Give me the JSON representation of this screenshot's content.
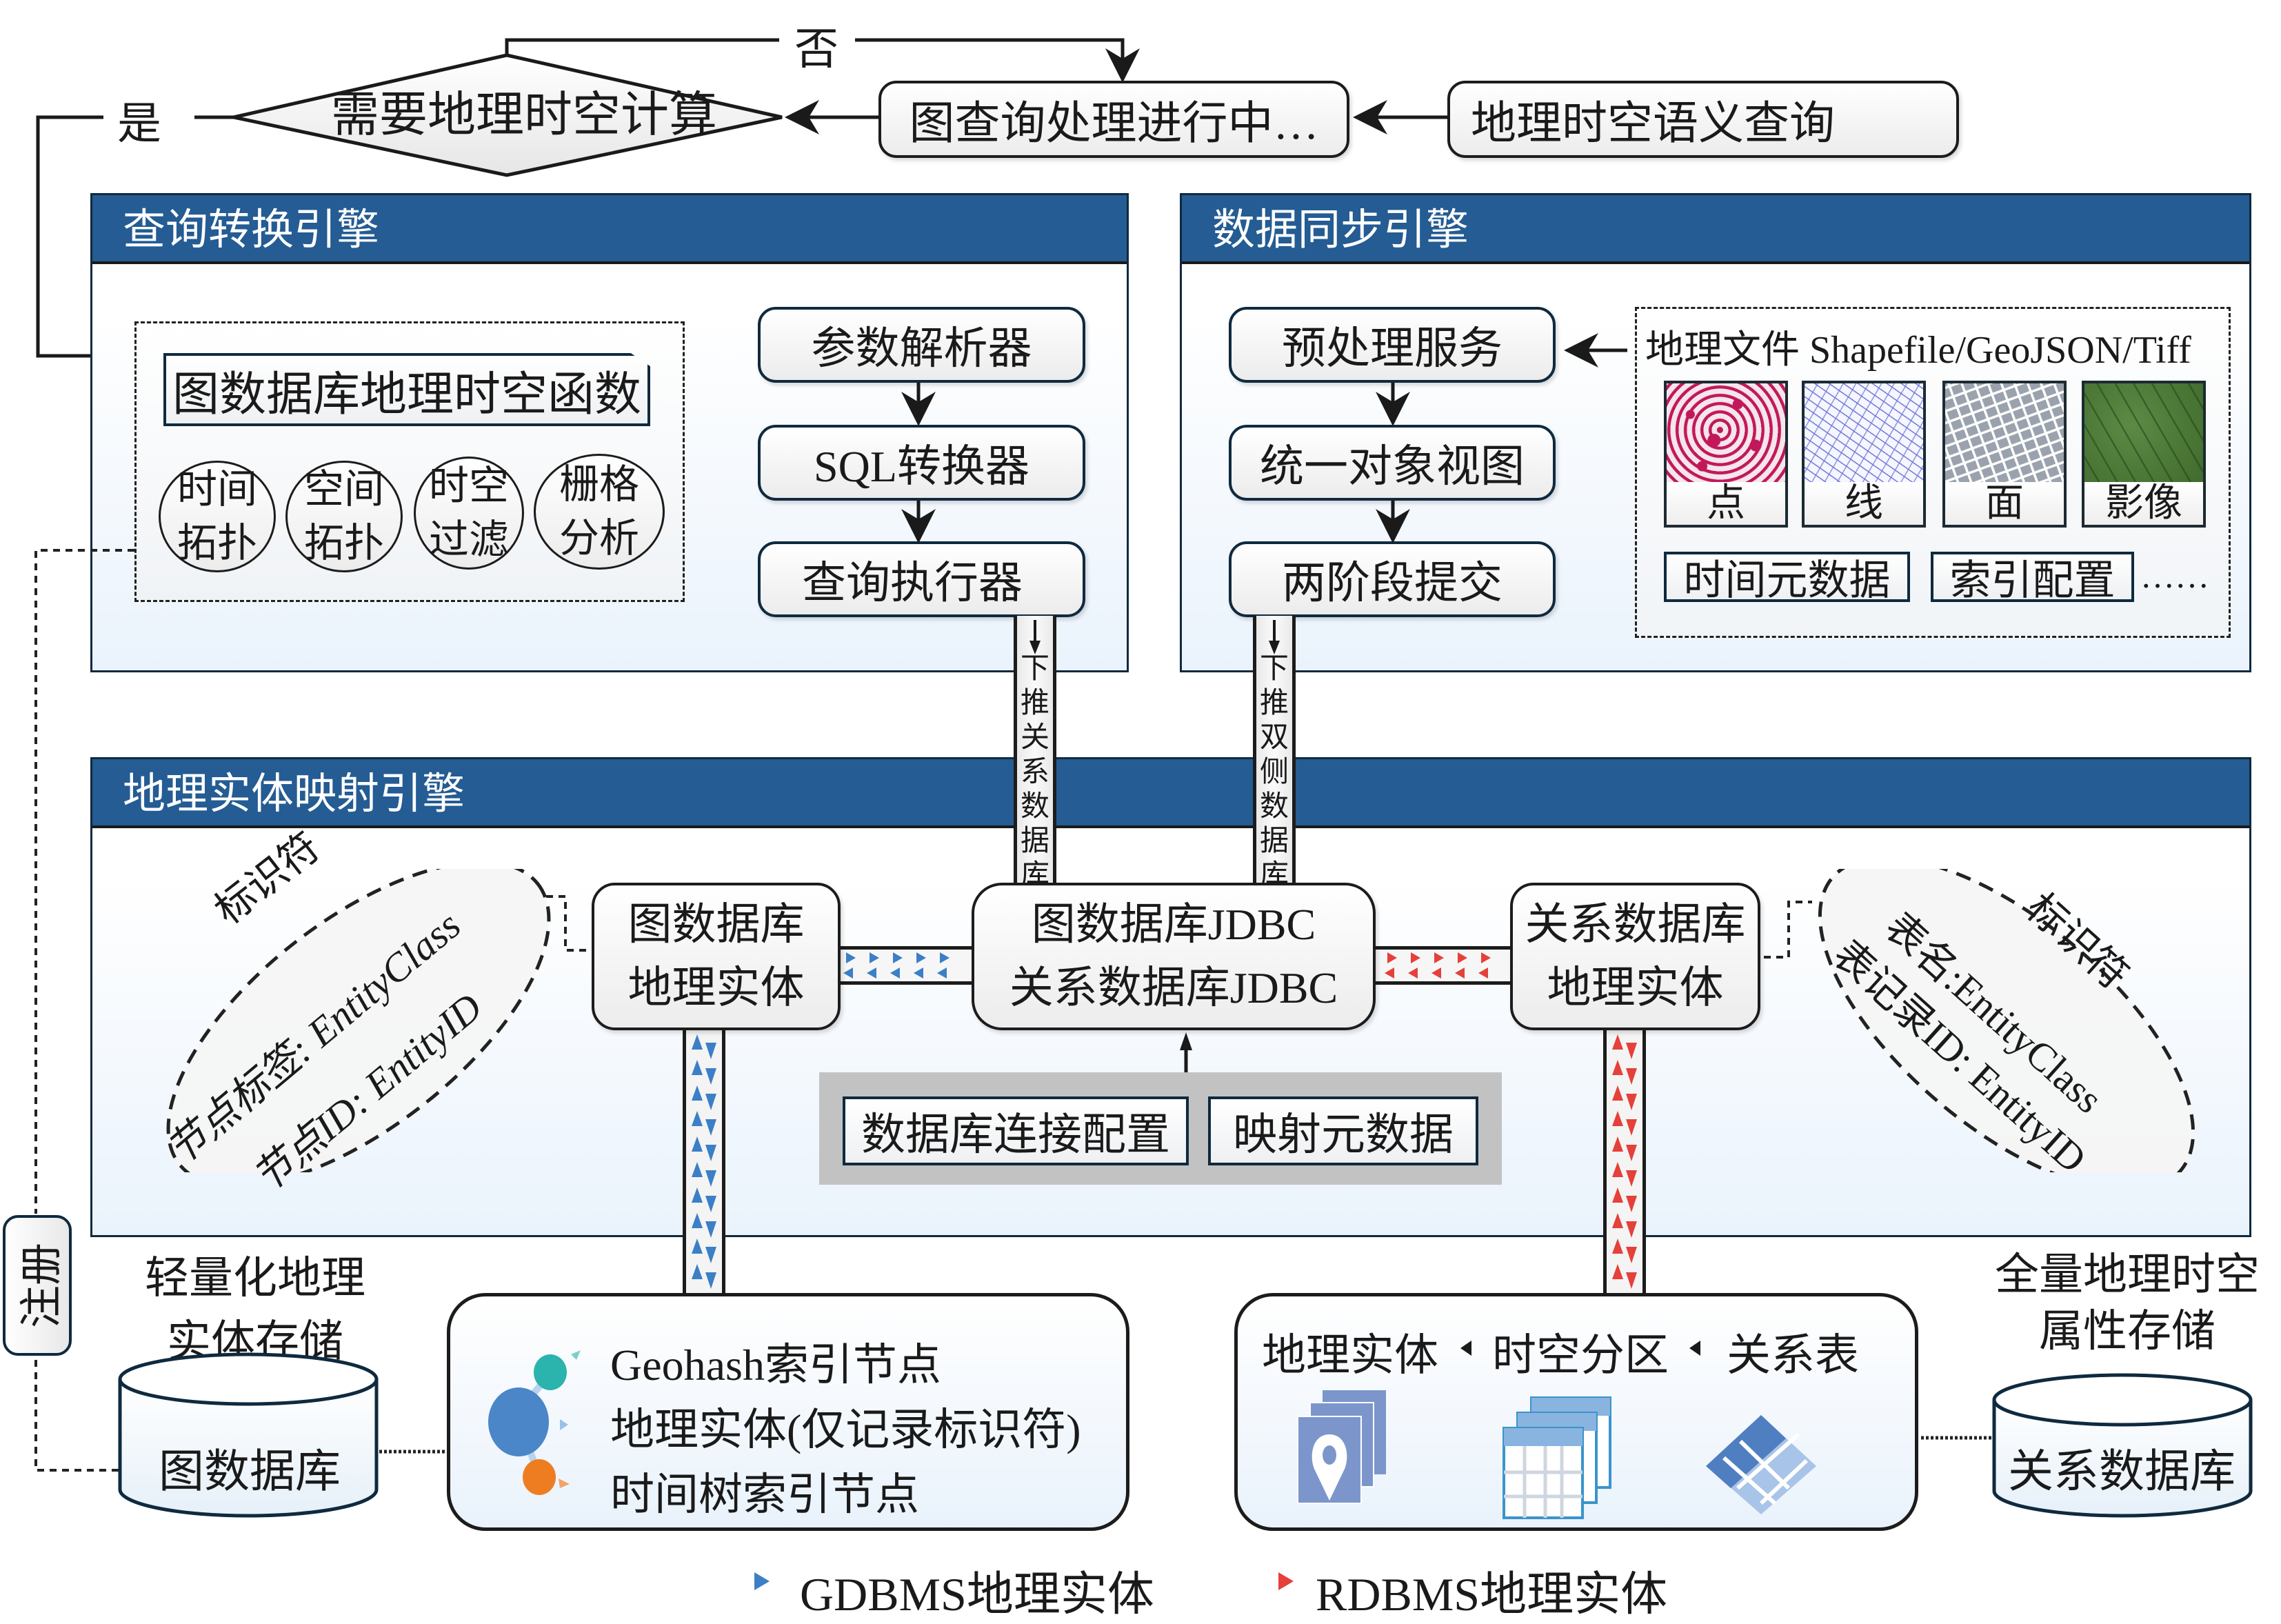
{
  "flow": {
    "decision": "需要地理时空计算",
    "yes_label": "是",
    "no_label": "否",
    "processing_box": "图查询处理进行中…",
    "query_box": "地理时空语义查询"
  },
  "query_engine": {
    "title": "查询转换引擎",
    "function_box": "图数据库地理时空函数",
    "functions": [
      {
        "line1": "时间",
        "line2": "拓扑"
      },
      {
        "line1": "空间",
        "line2": "拓扑"
      },
      {
        "line1": "时空",
        "line2": "过滤"
      },
      {
        "line1": "栅格",
        "line2": "分析"
      }
    ],
    "steps": [
      "参数解析器",
      "SQL转换器",
      "查询执行器"
    ]
  },
  "sync_engine": {
    "title": "数据同步引擎",
    "steps": [
      "预处理服务",
      "统一对象视图",
      "两阶段提交"
    ],
    "files_label": "地理文件 Shapefile/GeoJSON/Tiff",
    "file_types": [
      "点",
      "线",
      "面",
      "影像"
    ],
    "tags": [
      "时间元数据",
      "索引配置"
    ],
    "ellipsis": "……"
  },
  "pipes": {
    "left": [
      "下",
      "推",
      "关",
      "系",
      "数",
      "据",
      "库"
    ],
    "right": [
      "下",
      "推",
      "双",
      "侧",
      "数",
      "据",
      "库"
    ]
  },
  "mapping_engine": {
    "title": "地理实体映射引擎",
    "graph_entity": {
      "line1": "图数据库",
      "line2": "地理实体"
    },
    "rel_entity": {
      "line1": "关系数据库",
      "line2": "地理实体"
    },
    "jdbc": {
      "line1": "图数据库JDBC",
      "line2": "关系数据库JDBC"
    },
    "config": [
      "数据库连接配置",
      "映射元数据"
    ],
    "left_identifier": {
      "title": "标识符",
      "line1": "节点标签: EntityClass",
      "line2": "节点ID: EntityID"
    },
    "right_identifier": {
      "title": "标识符",
      "line1": "表名:EntityClass",
      "line2": "表记录ID: EntityID"
    }
  },
  "storage": {
    "register_label": "注册",
    "left_caption": {
      "line1": "轻量化地理",
      "line2": "实体存储"
    },
    "left_db": "图数据库",
    "graph_items": [
      "Geohash索引节点",
      "地理实体(仅记录标识符)",
      "时间树索引节点"
    ],
    "rel_header": [
      "地理实体",
      "时空分区",
      "关系表"
    ],
    "right_caption": {
      "line1": "全量地理时空",
      "line2": "属性存储"
    },
    "right_db": "关系数据库"
  },
  "legend": {
    "gdbms": "GDBMS地理实体",
    "rdbms": "RDBMS地理实体"
  },
  "colors": {
    "header": "#245c93",
    "gdbms_arrow": "#3b7fc6",
    "rdbms_arrow": "#e5403a",
    "geohash_node": "#2bb3ad",
    "entity_node": "#4a86c8",
    "time_node": "#ee7d22"
  }
}
